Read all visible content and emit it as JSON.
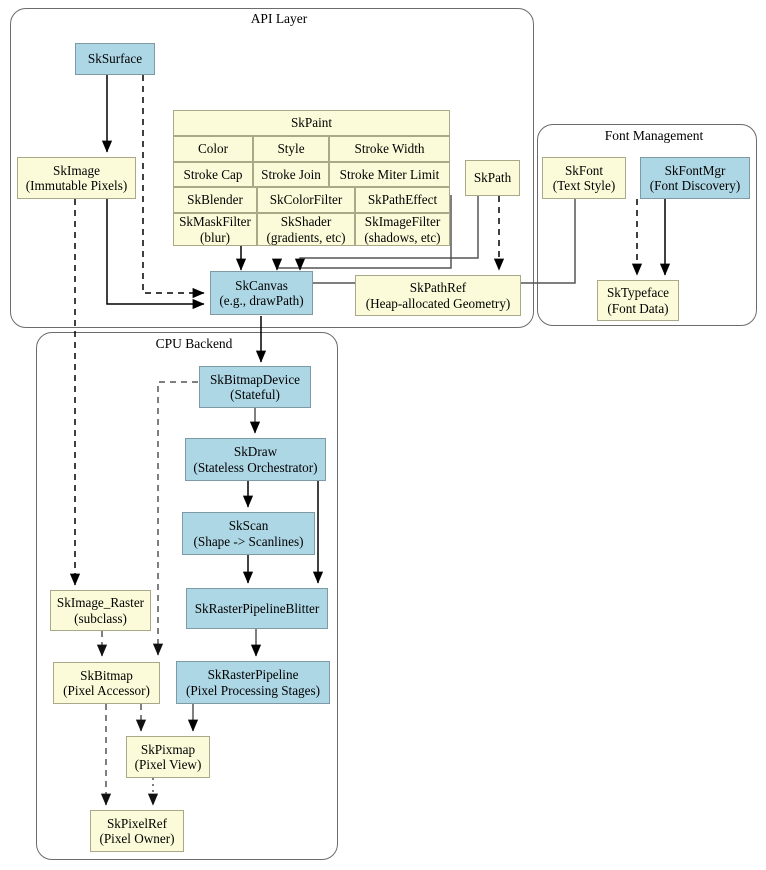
{
  "groups": {
    "api": {
      "title": "API Layer"
    },
    "font": {
      "title": "Font Management"
    },
    "cpu": {
      "title": "CPU Backend"
    }
  },
  "nodes": {
    "sksurface": {
      "l1": "SkSurface",
      "l2": "",
      "color": "blue"
    },
    "skimage": {
      "l1": "SkImage",
      "l2": "(Immutable Pixels)",
      "color": "yellow"
    },
    "skpath": {
      "l1": "SkPath",
      "l2": "",
      "color": "yellow"
    },
    "skcanvas": {
      "l1": "SkCanvas",
      "l2": "(e.g., drawPath)",
      "color": "blue"
    },
    "skpathref": {
      "l1": "SkPathRef",
      "l2": "(Heap-allocated Geometry)",
      "color": "yellow"
    },
    "skfont": {
      "l1": "SkFont",
      "l2": "(Text Style)",
      "color": "yellow"
    },
    "skfontmgr": {
      "l1": "SkFontMgr",
      "l2": "(Font Discovery)",
      "color": "blue"
    },
    "sktypeface": {
      "l1": "SkTypeface",
      "l2": "(Font Data)",
      "color": "yellow"
    },
    "skbitmapdevice": {
      "l1": "SkBitmapDevice",
      "l2": "(Stateful)",
      "color": "blue"
    },
    "skdraw": {
      "l1": "SkDraw",
      "l2": "(Stateless Orchestrator)",
      "color": "blue"
    },
    "skscan": {
      "l1": "SkScan",
      "l2": "(Shape -> Scanlines)",
      "color": "blue"
    },
    "skrasterpipelineblitter": {
      "l1": "SkRasterPipelineBlitter",
      "l2": "",
      "color": "blue"
    },
    "skrasterpipeline": {
      "l1": "SkRasterPipeline",
      "l2": "(Pixel Processing Stages)",
      "color": "blue"
    },
    "skimageraster": {
      "l1": "SkImage_Raster",
      "l2": "(subclass)",
      "color": "yellow"
    },
    "skbitmap": {
      "l1": "SkBitmap",
      "l2": "(Pixel Accessor)",
      "color": "yellow"
    },
    "skpixmap": {
      "l1": "SkPixmap",
      "l2": "(Pixel View)",
      "color": "yellow"
    },
    "skpixelref": {
      "l1": "SkPixelRef",
      "l2": "(Pixel Owner)",
      "color": "yellow"
    }
  },
  "paint_table": {
    "title": "SkPaint",
    "rows": [
      [
        "Color",
        "Style",
        "Stroke Width"
      ],
      [
        "Stroke Cap",
        "Stroke Join",
        "Stroke Miter Limit"
      ],
      [
        "SkBlender",
        "SkColorFilter",
        "SkPathEffect"
      ],
      [
        "SkMaskFilter\n(blur)",
        "SkShader\n(gradients, etc)",
        "SkImageFilter\n(shadows, etc)"
      ]
    ],
    "cells": {
      "r0c0": "Color",
      "r0c1": "Style",
      "r0c2": "Stroke Width",
      "r1c0": "Stroke Cap",
      "r1c1": "Stroke Join",
      "r1c2": "Stroke Miter Limit",
      "r2c0": "SkBlender",
      "r2c1": "SkColorFilter",
      "r2c2": "SkPathEffect",
      "r3c0a": "SkMaskFilter",
      "r3c0b": "(blur)",
      "r3c1a": "SkShader",
      "r3c1b": "(gradients, etc)",
      "r3c2a": "SkImageFilter",
      "r3c2b": "(shadows, etc)"
    }
  },
  "colors": {
    "blue_fill": "#aed7e6",
    "yellow_fill": "#fbfbd9",
    "node_border": "#8c8c72",
    "group_border": "#6b6b6b",
    "wire": "#000000",
    "wire_gray": "#555555"
  }
}
